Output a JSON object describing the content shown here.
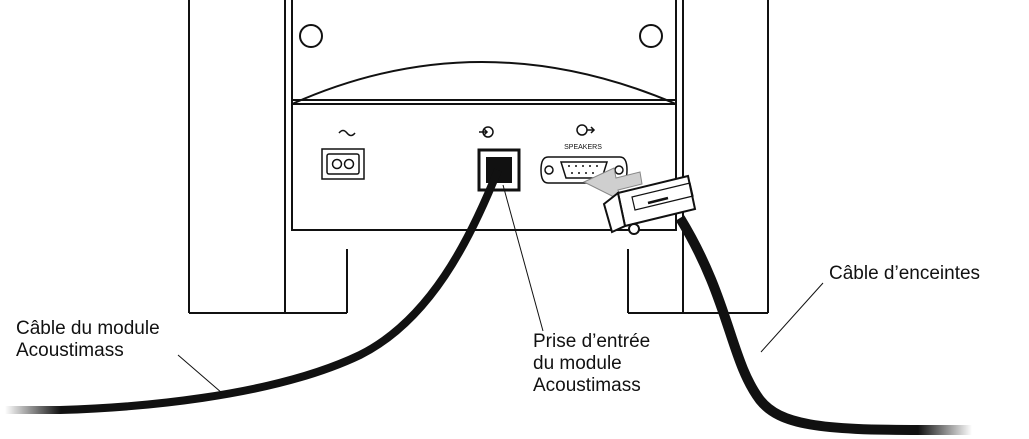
{
  "labels": {
    "module_cable": [
      "Câble du module",
      "Acoustimass"
    ],
    "input_jack": [
      "Prise d’entrée",
      "du module",
      "Acoustimass"
    ],
    "speaker_cable": "Câble d’enceintes",
    "speakers_port": "SPEAKERS"
  },
  "icons": {
    "power": "ac-power-symbol",
    "input": "input-arrow-symbol",
    "output": "output-arrow-symbol"
  }
}
